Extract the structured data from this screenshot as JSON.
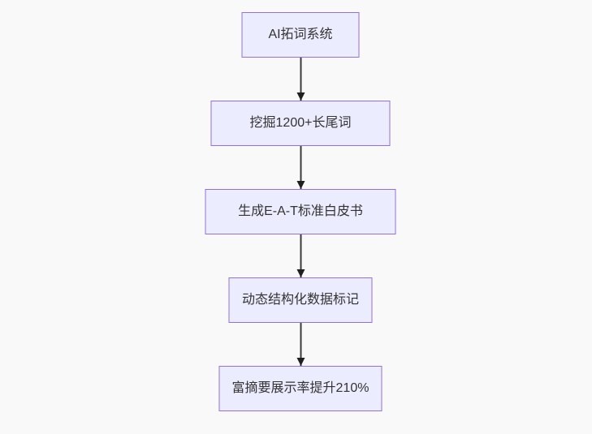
{
  "diagram": {
    "type": "flowchart",
    "direction": "top-down",
    "nodes": [
      {
        "id": "node-1",
        "label": "AI拓词系统"
      },
      {
        "id": "node-2",
        "label": "挖掘1200+长尾词"
      },
      {
        "id": "node-3",
        "label": "生成E-A-T标准白皮书"
      },
      {
        "id": "node-4",
        "label": "动态结构化数据标记"
      },
      {
        "id": "node-5",
        "label": "富摘要展示率提升210%"
      }
    ],
    "edges": [
      {
        "from": "node-1",
        "to": "node-2",
        "style": "arrow-down"
      },
      {
        "from": "node-2",
        "to": "node-3",
        "style": "arrow-down"
      },
      {
        "from": "node-3",
        "to": "node-4",
        "style": "arrow-down"
      },
      {
        "from": "node-4",
        "to": "node-5",
        "style": "arrow-down"
      }
    ],
    "colors": {
      "background": "#f9f9f9",
      "node_fill": "#ececff",
      "node_border": "#9370db",
      "node_text": "#333333",
      "arrow_line": "#3b3b3b",
      "arrow_head": "#1f1f1f"
    }
  }
}
